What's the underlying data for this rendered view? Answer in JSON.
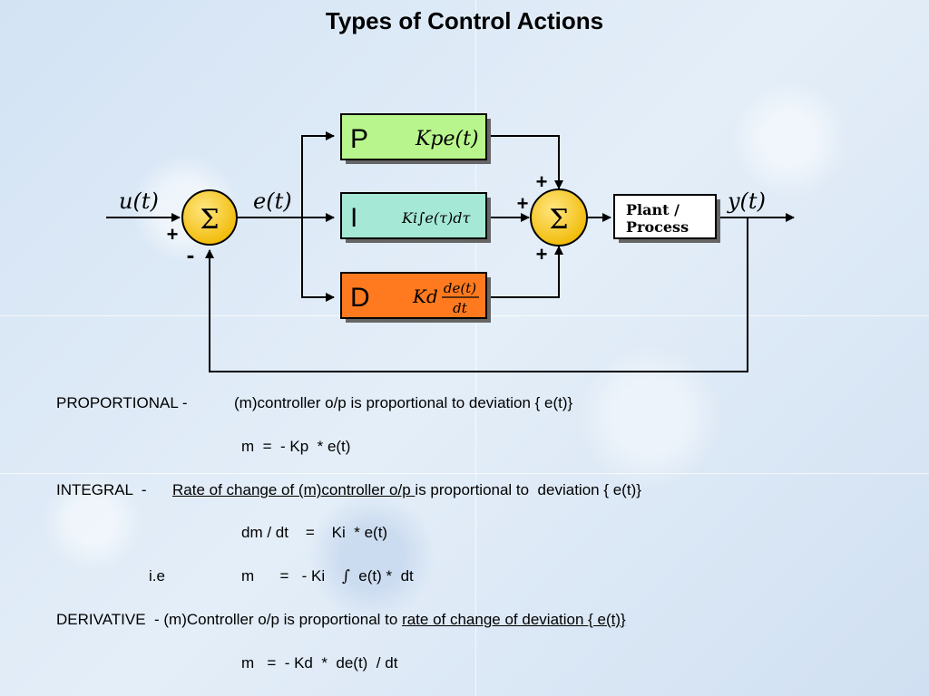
{
  "title": "Types of Control Actions",
  "diagram": {
    "input_label": "u(t)",
    "error_label": "e(t)",
    "output_label": "y(t)",
    "sum_symbol": "Σ",
    "sum1_plus": "+",
    "sum1_minus": "-",
    "sum2_plus_top": "+",
    "sum2_plus_left": "+",
    "sum2_plus_bottom": "+",
    "p_block": {
      "letter": "P",
      "formula": "Kpe(t)",
      "color": "#b8f58c"
    },
    "i_block": {
      "letter": "I",
      "formula": "Ki∫e(τ)dτ",
      "color": "#a6e8d6"
    },
    "d_block": {
      "letter": "D",
      "formula_k": "Kd",
      "formula_num": "de(t)",
      "formula_den": "dt",
      "color": "#ff7a1f"
    },
    "plant_block": {
      "line1": "Plant /",
      "line2": "Process"
    }
  },
  "text": {
    "prop_label": "PROPORTIONAL -",
    "prop_desc": "(m)controller o/p is proportional to deviation { e(t)}",
    "prop_eq": "m  =  - Kp  * e(t)",
    "int_label": "INTEGRAL  -",
    "int_desc_u": "Rate of change of (m)controller o/p ",
    "int_desc_rest": "is proportional to  deviation { e(t)}",
    "int_eq1": "dm / dt    =    Ki  * e(t)",
    "int_ie": "i.e",
    "int_eq2_a": "m      =   - Ki    ",
    "int_eq2_sym": "∫",
    "int_eq2_b": "  e(t) *  dt",
    "der_label": "DERIVATIVE  - (m)Controller o/p is proportional to ",
    "der_desc_u": "rate of change of deviation { e(t)}",
    "der_eq": "m   =  - Kd  *  de(t)  / dt"
  }
}
